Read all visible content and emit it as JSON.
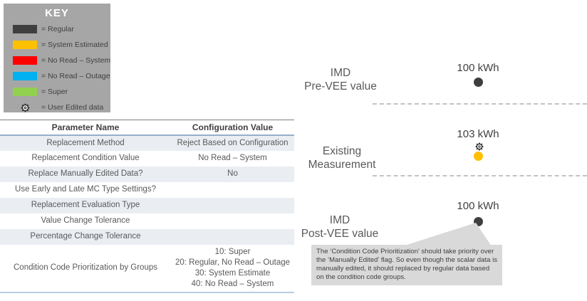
{
  "key": {
    "title": "KEY",
    "items": [
      {
        "label": "= Regular",
        "color": "#3f3f3f"
      },
      {
        "label": "= System Estimated",
        "color": "#ffc000"
      },
      {
        "label": "= No Read – System",
        "color": "#ff0000"
      },
      {
        "label": "= No Read – Outage",
        "color": "#00b0f0"
      },
      {
        "label": "= Super",
        "color": "#92d050"
      },
      {
        "label": "= User Edited data",
        "icon": "gear-icon"
      }
    ]
  },
  "table": {
    "columns": [
      "Parameter Name",
      "Configuration Value"
    ],
    "rows": [
      {
        "name": "Replacement Method",
        "value": "Reject Based on Configuration"
      },
      {
        "name": "Replacement Condition Value",
        "value": "No Read – System"
      },
      {
        "name": "Replace Manually Edited Data?",
        "value": "No"
      },
      {
        "name": "Use Early and Late MC Type Settings?",
        "value": ""
      },
      {
        "name": "Replacement Evaluation Type",
        "value": ""
      },
      {
        "name": "Value Change Tolerance",
        "value": ""
      },
      {
        "name": "Percentage Change Tolerance",
        "value": ""
      },
      {
        "name": "Condition Code Prioritization by Groups",
        "value_lines": [
          "10: Super",
          "20: Regular, No Read – Outage",
          "30: System Estimate",
          "40: No Read – System"
        ]
      }
    ]
  },
  "diagram": {
    "sections": [
      {
        "label_line1": "IMD",
        "label_line2": "Pre-VEE value",
        "value": "100 kWh",
        "marker_color": "#3f3f3f",
        "user_edited": false
      },
      {
        "label_line1": "Existing",
        "label_line2": "Measurement",
        "value": "103 kWh",
        "marker_color": "#ffc000",
        "user_edited": true
      },
      {
        "label_line1": "IMD",
        "label_line2": "Post-VEE value",
        "value": "100 kWh",
        "marker_color": "#3f3f3f",
        "user_edited": false
      }
    ],
    "callout": {
      "text": "The ‘Condition Code Prioritization’ should take priority over the ‘Manually Edited’ flag.  So even though the scalar data is manually edited, it should replaced by regular data based on the condition code groups.",
      "background": "#d9d9d9"
    }
  }
}
